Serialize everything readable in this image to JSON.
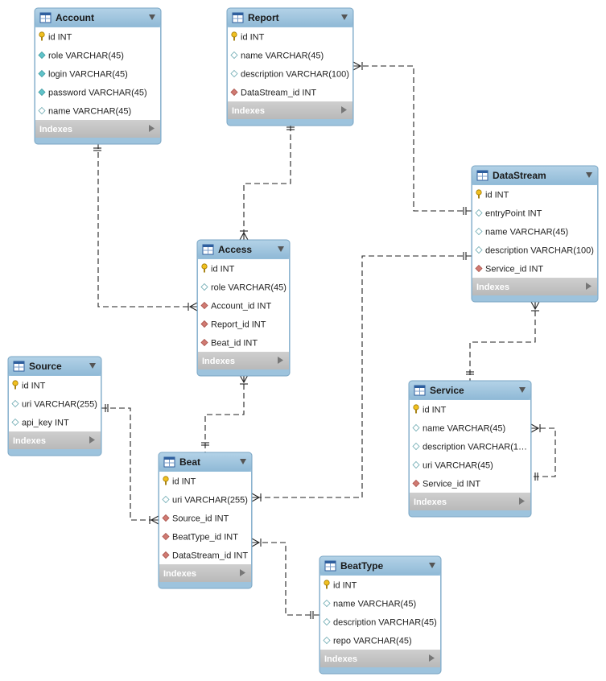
{
  "footer_label": "Indexes",
  "tables": [
    {
      "name": "Account",
      "fields": [
        {
          "text": "id INT",
          "kind": "pk"
        },
        {
          "text": "role VARCHAR(45)",
          "kind": "nn"
        },
        {
          "text": "login VARCHAR(45)",
          "kind": "nn"
        },
        {
          "text": "password VARCHAR(45)",
          "kind": "nn"
        },
        {
          "text": "name VARCHAR(45)",
          "kind": "col"
        }
      ]
    },
    {
      "name": "Report",
      "fields": [
        {
          "text": "id INT",
          "kind": "pk"
        },
        {
          "text": "name VARCHAR(45)",
          "kind": "col"
        },
        {
          "text": "description VARCHAR(100)",
          "kind": "col"
        },
        {
          "text": "DataStream_id INT",
          "kind": "fk"
        }
      ]
    },
    {
      "name": "DataStream",
      "fields": [
        {
          "text": "id INT",
          "kind": "pk"
        },
        {
          "text": "entryPoint INT",
          "kind": "col"
        },
        {
          "text": "name VARCHAR(45)",
          "kind": "col"
        },
        {
          "text": "description VARCHAR(100)",
          "kind": "col"
        },
        {
          "text": "Service_id INT",
          "kind": "fk"
        }
      ]
    },
    {
      "name": "Access",
      "fields": [
        {
          "text": "id INT",
          "kind": "pk"
        },
        {
          "text": "role VARCHAR(45)",
          "kind": "col"
        },
        {
          "text": "Account_id INT",
          "kind": "fk"
        },
        {
          "text": "Report_id INT",
          "kind": "fk"
        },
        {
          "text": "Beat_id INT",
          "kind": "fk"
        }
      ]
    },
    {
      "name": "Source",
      "fields": [
        {
          "text": "id INT",
          "kind": "pk"
        },
        {
          "text": "uri VARCHAR(255)",
          "kind": "col"
        },
        {
          "text": "api_key INT",
          "kind": "col"
        }
      ]
    },
    {
      "name": "Service",
      "fields": [
        {
          "text": "id INT",
          "kind": "pk"
        },
        {
          "text": "name VARCHAR(45)",
          "kind": "col"
        },
        {
          "text": "description VARCHAR(1…",
          "kind": "col"
        },
        {
          "text": "uri VARCHAR(45)",
          "kind": "col"
        },
        {
          "text": "Service_id INT",
          "kind": "fk"
        }
      ]
    },
    {
      "name": "Beat",
      "fields": [
        {
          "text": "id INT",
          "kind": "pk"
        },
        {
          "text": "uri VARCHAR(255)",
          "kind": "col"
        },
        {
          "text": "Source_id INT",
          "kind": "fk"
        },
        {
          "text": "BeatType_id INT",
          "kind": "fk"
        },
        {
          "text": "DataStream_id INT",
          "kind": "fk"
        }
      ]
    },
    {
      "name": "BeatType",
      "fields": [
        {
          "text": "id INT",
          "kind": "pk"
        },
        {
          "text": "name VARCHAR(45)",
          "kind": "col"
        },
        {
          "text": "description VARCHAR(45)",
          "kind": "col"
        },
        {
          "text": "repo VARCHAR(45)",
          "kind": "col"
        }
      ]
    }
  ],
  "relationships": [
    {
      "from": "Account",
      "to": "Access",
      "cardinality": "one-to-many"
    },
    {
      "from": "Report",
      "to": "Access",
      "cardinality": "one-to-many"
    },
    {
      "from": "DataStream",
      "to": "Report",
      "cardinality": "one-to-many"
    },
    {
      "from": "Service",
      "to": "DataStream",
      "cardinality": "one-to-many"
    },
    {
      "from": "Beat",
      "to": "Access",
      "cardinality": "one-to-many"
    },
    {
      "from": "DataStream",
      "to": "Beat",
      "cardinality": "one-to-many"
    },
    {
      "from": "Source",
      "to": "Beat",
      "cardinality": "one-to-many"
    },
    {
      "from": "BeatType",
      "to": "Beat",
      "cardinality": "one-to-many"
    },
    {
      "from": "Service",
      "to": "Service",
      "cardinality": "one-to-many"
    }
  ],
  "colors": {
    "header": "#9dc3dd",
    "header_border": "#7aa6c4",
    "body": "#ffffff",
    "footer": "#c5c5c5",
    "footer_text": "#ffffff",
    "pk_key": "#f0c020",
    "nn_diamond": "#5fc3c9",
    "fk_diamond": "#d07a72",
    "line": "#222222"
  }
}
